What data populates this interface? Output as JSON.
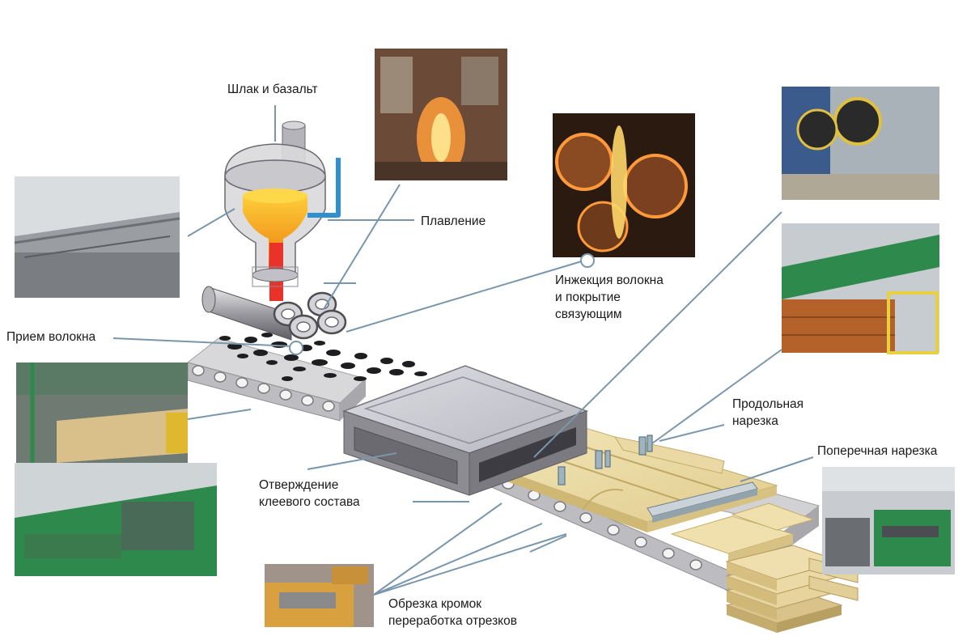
{
  "labels": {
    "slag_basalt": "Шлак и базальт",
    "melting": "Плавление",
    "fiber_injection": "Инжекция волокна\nи покрытие\nсвязующим",
    "fiber_reception": "Прием волокна",
    "longitudinal_cut": "Продольная\nнарезка",
    "cross_cut": "Поперечная нарезка",
    "curing": "Отверждение\nклеевого состава",
    "edge_trim": "Обрезка кромок\nпереработка отрезков"
  },
  "colors": {
    "melt_orange": "#f29a1e",
    "melt_red": "#e8322a",
    "furnace_grey": "#8c8c92",
    "belt_grey": "#c9c9cb",
    "wool_yellow": "#ead9a4",
    "pipe_blue": "#2f8fcf",
    "leader_line": "#6f8fa8",
    "machine_green": "#2e8a4c"
  },
  "icons": [
    "furnace-icon",
    "spinner-rollers-icon",
    "curing-oven-icon",
    "slitter-saw-icon",
    "cross-cutter-icon",
    "panel-stack-icon"
  ]
}
